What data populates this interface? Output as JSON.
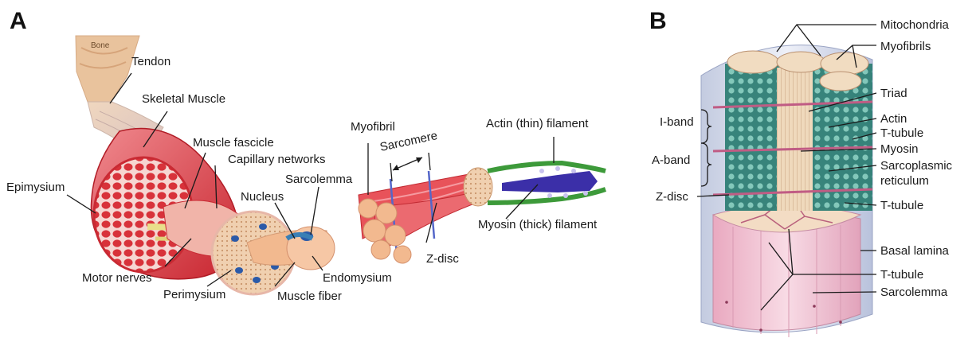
{
  "panel_a": {
    "letter": "A",
    "labels": {
      "bone": "Bone",
      "tendon": "Tendon",
      "skeletal_muscle": "Skeletal Muscle",
      "muscle_fascicle": "Muscle fascicle",
      "capillary_networks": "Capillary networks",
      "epimysium": "Epimysium",
      "nucleus": "Nucleus",
      "sarcolemma": "Sarcolemma",
      "myofibril": "Myofibril",
      "sarcomere": "Sarcomere",
      "actin_filament": "Actin (thin) filament",
      "myosin_filament": "Myosin (thick) filament",
      "z_disc": "Z-disc",
      "endomysium": "Endomysium",
      "muscle_fiber": "Muscle fiber",
      "motor_nerves": "Motor nerves",
      "perimysium": "Perimysium"
    }
  },
  "panel_b": {
    "letter": "B",
    "labels": {
      "mitochondria": "Mitochondria",
      "myofibrils": "Myofibrils",
      "triad": "Triad",
      "i_band": "I-band",
      "actin": "Actin",
      "t_tubule_1": "T-tubule",
      "a_band": "A-band",
      "myosin": "Myosin",
      "sarcoplasmic_reticulum_1": "Sarcoplasmic",
      "sarcoplasmic_reticulum_2": "reticulum",
      "z_disc": "Z-disc",
      "t_tubule_2": "T-tubule",
      "basal_lamina": "Basal lamina",
      "t_tubule_3": "T-tubule",
      "sarcolemma": "Sarcolemma"
    }
  },
  "colors": {
    "muscle_red": "#d8323a",
    "muscle_light": "#ef7f86",
    "bone_tan": "#e8c4a0",
    "fascicle_peach": "#f3c9a8",
    "fiber_blue": "#6fa9c9",
    "nucleus_blue": "#2b5aa8",
    "actin_green": "#3d9a3a",
    "myosin_purple": "#3b2fa8",
    "sr_teal": "#3a9c8e",
    "sarcolemma_pink": "#f2c6d3",
    "basal_lamina_blue": "#cfd6ea"
  }
}
